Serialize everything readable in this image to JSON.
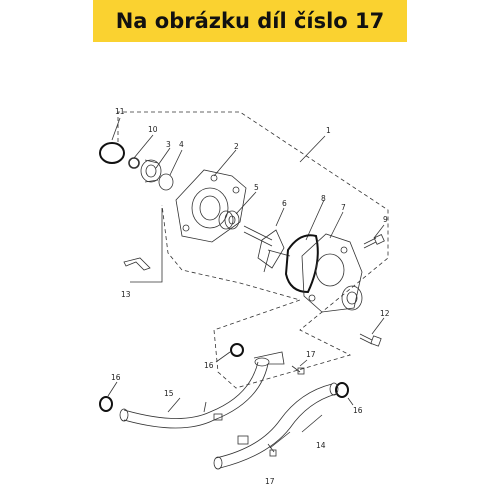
{
  "header": {
    "title": "Na obrázku díl číslo 17",
    "background": "#FAD230"
  },
  "diagram": {
    "callouts": [
      "1",
      "2",
      "3",
      "4",
      "5",
      "6",
      "7",
      "8",
      "9",
      "10",
      "11",
      "12",
      "13",
      "14",
      "15",
      "16",
      "16",
      "16",
      "17",
      "17"
    ]
  }
}
